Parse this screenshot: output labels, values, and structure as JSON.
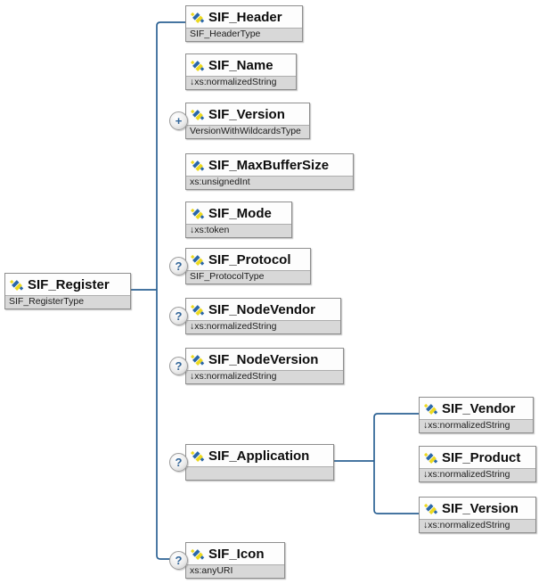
{
  "nodes": {
    "register": {
      "title": "SIF_Register",
      "subtitle": "SIF_RegisterType"
    },
    "header": {
      "title": "SIF_Header",
      "subtitle": "SIF_HeaderType"
    },
    "name": {
      "title": "SIF_Name",
      "subtitle": "↓xs:normalizedString"
    },
    "version": {
      "title": "SIF_Version",
      "subtitle": "VersionWithWildcardsType",
      "badge": "+"
    },
    "maxbuffersize": {
      "title": "SIF_MaxBufferSize",
      "subtitle": "xs:unsignedInt"
    },
    "mode": {
      "title": "SIF_Mode",
      "subtitle": "↓xs:token"
    },
    "protocol": {
      "title": "SIF_Protocol",
      "subtitle": "SIF_ProtocolType",
      "badge": "?"
    },
    "nodevendor": {
      "title": "SIF_NodeVendor",
      "subtitle": "↓xs:normalizedString",
      "badge": "?"
    },
    "nodeversion": {
      "title": "SIF_NodeVersion",
      "subtitle": "↓xs:normalizedString",
      "badge": "?"
    },
    "application": {
      "title": "SIF_Application",
      "subtitle": "",
      "badge": "?"
    },
    "icon": {
      "title": "SIF_Icon",
      "subtitle": "xs:anyURI",
      "badge": "?"
    },
    "vendor": {
      "title": "SIF_Vendor",
      "subtitle": "↓xs:normalizedString"
    },
    "product": {
      "title": "SIF_Product",
      "subtitle": "↓xs:normalizedString"
    },
    "app_version": {
      "title": "SIF_Version",
      "subtitle": "↓xs:normalizedString"
    }
  },
  "structure": {
    "root": "SIF_Register",
    "children_of_root": [
      "SIF_Header",
      "SIF_Name",
      "SIF_Version",
      "SIF_MaxBufferSize",
      "SIF_Mode",
      "SIF_Protocol",
      "SIF_NodeVendor",
      "SIF_NodeVersion",
      "SIF_Application",
      "SIF_Icon"
    ],
    "children_of_application": [
      "SIF_Vendor",
      "SIF_Product",
      "SIF_Version"
    ]
  },
  "colors": {
    "line": "#2c6294",
    "box_border": "#8e8e8e",
    "subtitle_bg": "#d8d8d8",
    "icon_blue": "#2a67a8",
    "icon_yellow": "#ecd91f",
    "badge_glyph": "#336699"
  }
}
